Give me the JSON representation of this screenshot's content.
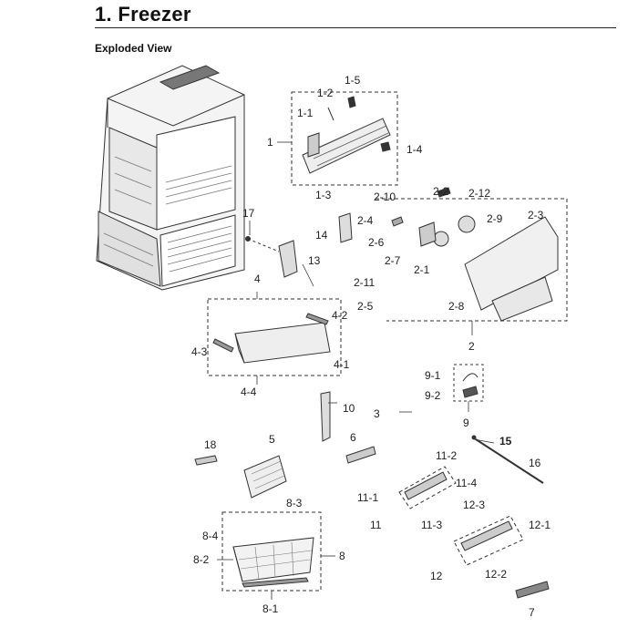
{
  "header": {
    "title": "1.  Freezer",
    "subtitle": "Exploded View"
  },
  "labels": [
    {
      "id": "l1",
      "text": "1"
    },
    {
      "id": "l1-1",
      "text": "1-1"
    },
    {
      "id": "l1-2",
      "text": "1-2"
    },
    {
      "id": "l1-3",
      "text": "1-3"
    },
    {
      "id": "l1-4",
      "text": "1-4"
    },
    {
      "id": "l1-5",
      "text": "1-5"
    },
    {
      "id": "l2",
      "text": "2"
    },
    {
      "id": "l2-1",
      "text": "2-1"
    },
    {
      "id": "l2-2",
      "text": "2-2"
    },
    {
      "id": "l2-3",
      "text": "2-3"
    },
    {
      "id": "l2-4",
      "text": "2-4"
    },
    {
      "id": "l2-5",
      "text": "2-5"
    },
    {
      "id": "l2-6",
      "text": "2-6"
    },
    {
      "id": "l2-7",
      "text": "2-7"
    },
    {
      "id": "l2-8",
      "text": "2-8"
    },
    {
      "id": "l2-9",
      "text": "2-9"
    },
    {
      "id": "l2-10",
      "text": "2-10"
    },
    {
      "id": "l2-11",
      "text": "2-11"
    },
    {
      "id": "l2-12",
      "text": "2-12"
    },
    {
      "id": "l3",
      "text": "3"
    },
    {
      "id": "l4",
      "text": "4"
    },
    {
      "id": "l4-1",
      "text": "4-1"
    },
    {
      "id": "l4-2",
      "text": "4-2"
    },
    {
      "id": "l4-3",
      "text": "4-3"
    },
    {
      "id": "l4-4",
      "text": "4-4"
    },
    {
      "id": "l5",
      "text": "5"
    },
    {
      "id": "l6",
      "text": "6"
    },
    {
      "id": "l7",
      "text": "7"
    },
    {
      "id": "l8",
      "text": "8"
    },
    {
      "id": "l8-1",
      "text": "8-1"
    },
    {
      "id": "l8-2",
      "text": "8-2"
    },
    {
      "id": "l8-3",
      "text": "8-3"
    },
    {
      "id": "l8-4",
      "text": "8-4"
    },
    {
      "id": "l9",
      "text": "9"
    },
    {
      "id": "l9-1",
      "text": "9-1"
    },
    {
      "id": "l9-2",
      "text": "9-2"
    },
    {
      "id": "l10",
      "text": "10"
    },
    {
      "id": "l11",
      "text": "11"
    },
    {
      "id": "l11-1",
      "text": "11-1"
    },
    {
      "id": "l11-2",
      "text": "11-2"
    },
    {
      "id": "l11-3",
      "text": "11-3"
    },
    {
      "id": "l11-4",
      "text": "11-4"
    },
    {
      "id": "l12",
      "text": "12"
    },
    {
      "id": "l12-1",
      "text": "12-1"
    },
    {
      "id": "l12-2",
      "text": "12-2"
    },
    {
      "id": "l12-3",
      "text": "12-3"
    },
    {
      "id": "l13",
      "text": "13"
    },
    {
      "id": "l14",
      "text": "14"
    },
    {
      "id": "l15",
      "text": "15"
    },
    {
      "id": "l16",
      "text": "16"
    },
    {
      "id": "l17",
      "text": "17"
    },
    {
      "id": "l18",
      "text": "18"
    }
  ]
}
